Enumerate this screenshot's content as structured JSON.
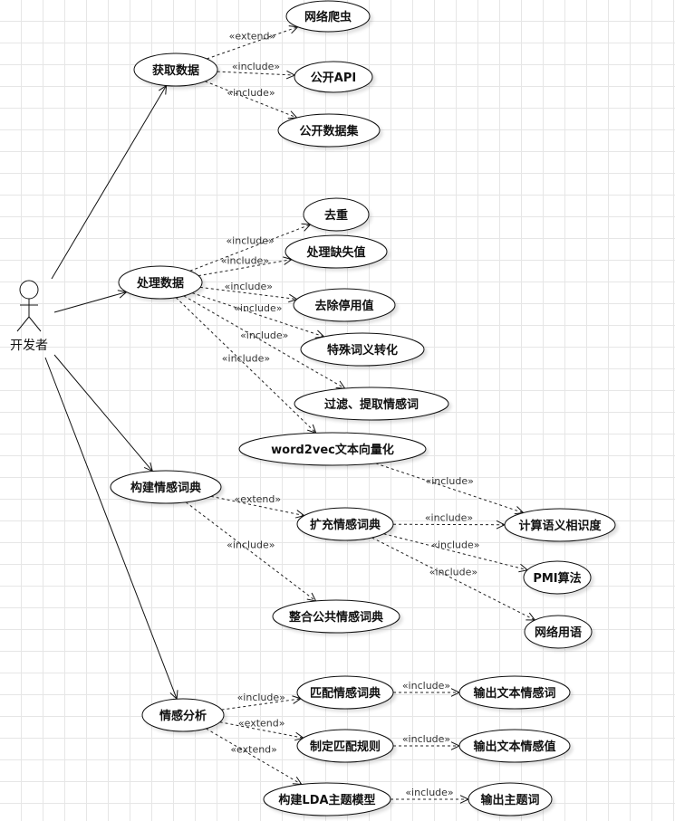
{
  "actor": {
    "id": "dev",
    "label": "开发者"
  },
  "use_cases": [
    {
      "id": "get",
      "label": "获取数据"
    },
    {
      "id": "crawler",
      "label": "网络爬虫"
    },
    {
      "id": "api",
      "label": "公开API"
    },
    {
      "id": "dataset",
      "label": "公开数据集"
    },
    {
      "id": "dedup",
      "label": "去重"
    },
    {
      "id": "missing",
      "label": "处理缺失值"
    },
    {
      "id": "process",
      "label": "处理数据"
    },
    {
      "id": "stop",
      "label": "去除停用值"
    },
    {
      "id": "special",
      "label": "特殊词义转化"
    },
    {
      "id": "filter",
      "label": "过滤、提取情感词"
    },
    {
      "id": "w2v",
      "label": "word2vec文本向量化"
    },
    {
      "id": "build",
      "label": "构建情感词典"
    },
    {
      "id": "expand",
      "label": "扩充情感词典"
    },
    {
      "id": "sim",
      "label": "计算语义相识度"
    },
    {
      "id": "pmi",
      "label": "PMI算法"
    },
    {
      "id": "merge",
      "label": "整合公共情感词典"
    },
    {
      "id": "slang",
      "label": "网络用语"
    },
    {
      "id": "match",
      "label": "匹配情感词典"
    },
    {
      "id": "outword",
      "label": "输出文本情感词"
    },
    {
      "id": "analysis",
      "label": "情感分析"
    },
    {
      "id": "rule",
      "label": "制定匹配规则"
    },
    {
      "id": "outval",
      "label": "输出文本情感值"
    },
    {
      "id": "lda",
      "label": "构建LDA主题模型"
    },
    {
      "id": "topic",
      "label": "输出主题词"
    }
  ],
  "associations": [
    {
      "from": "dev",
      "to": "get"
    },
    {
      "from": "dev",
      "to": "process"
    },
    {
      "from": "dev",
      "to": "build"
    },
    {
      "from": "dev",
      "to": "analysis"
    }
  ],
  "dependencies": [
    {
      "from": "get",
      "to": "crawler",
      "label": "«extend»"
    },
    {
      "from": "get",
      "to": "api",
      "label": "«include»"
    },
    {
      "from": "get",
      "to": "dataset",
      "label": "«include»"
    },
    {
      "from": "process",
      "to": "dedup",
      "label": "«include»"
    },
    {
      "from": "process",
      "to": "missing",
      "label": "«include»"
    },
    {
      "from": "process",
      "to": "stop",
      "label": "«include»"
    },
    {
      "from": "process",
      "to": "special",
      "label": "«include»"
    },
    {
      "from": "process",
      "to": "filter",
      "label": "«include»"
    },
    {
      "from": "process",
      "to": "w2v",
      "label": "«include»"
    },
    {
      "from": "w2v",
      "to": "sim",
      "label": "«include»"
    },
    {
      "from": "build",
      "to": "expand",
      "label": "«extend»"
    },
    {
      "from": "build",
      "to": "merge",
      "label": "«include»"
    },
    {
      "from": "expand",
      "to": "sim",
      "label": "«include»"
    },
    {
      "from": "expand",
      "to": "pmi",
      "label": "«include»"
    },
    {
      "from": "expand",
      "to": "slang",
      "label": "«include»"
    },
    {
      "from": "analysis",
      "to": "match",
      "label": "«include»"
    },
    {
      "from": "analysis",
      "to": "rule",
      "label": "«extend»"
    },
    {
      "from": "analysis",
      "to": "lda",
      "label": "«extend»"
    },
    {
      "from": "match",
      "to": "outword",
      "label": "«include»"
    },
    {
      "from": "rule",
      "to": "outval",
      "label": "«include»"
    },
    {
      "from": "lda",
      "to": "topic",
      "label": "«include»"
    }
  ]
}
